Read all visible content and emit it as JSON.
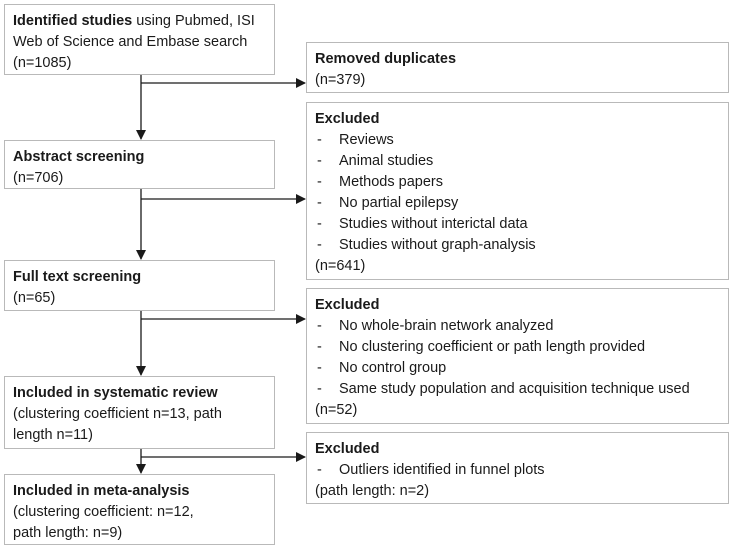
{
  "left_boxes": [
    {
      "id": "identified",
      "title": "Identified studies",
      "title_rest": " using Pubmed, ISI",
      "lines": [
        "Web of Science and Embase search",
        "(n=1085)"
      ]
    },
    {
      "id": "abstract",
      "title": "Abstract screening",
      "lines": [
        "(n=706)"
      ]
    },
    {
      "id": "fulltext",
      "title": "Full text screening",
      "lines": [
        "(n=65)"
      ]
    },
    {
      "id": "systematic",
      "title": "Included in systematic review",
      "lines": [
        "(clustering coefficient n=13, path",
        "length n=11)"
      ]
    },
    {
      "id": "meta",
      "title": "Included in meta-analysis",
      "lines": [
        "(clustering coefficient: n=12,",
        "path length: n=9)"
      ]
    }
  ],
  "right_boxes": [
    {
      "id": "duplicates",
      "title": "Removed duplicates",
      "items": [],
      "count": "(n=379)"
    },
    {
      "id": "excluded1",
      "title": "Excluded",
      "items": [
        "Reviews",
        "Animal studies",
        "Methods papers",
        "No partial epilepsy",
        "Studies without interictal data",
        "Studies without graph-analysis"
      ],
      "count": "(n=641)"
    },
    {
      "id": "excluded2",
      "title": "Excluded",
      "items": [
        "No whole-brain network analyzed",
        "No clustering coefficient or path length provided",
        "No control group",
        "Same study population and acquisition technique used"
      ],
      "count": "(n=52)"
    },
    {
      "id": "excluded3",
      "title": "Excluded",
      "items": [
        "Outliers identified in funnel plots"
      ],
      "count": "(path length: n=2)"
    }
  ]
}
